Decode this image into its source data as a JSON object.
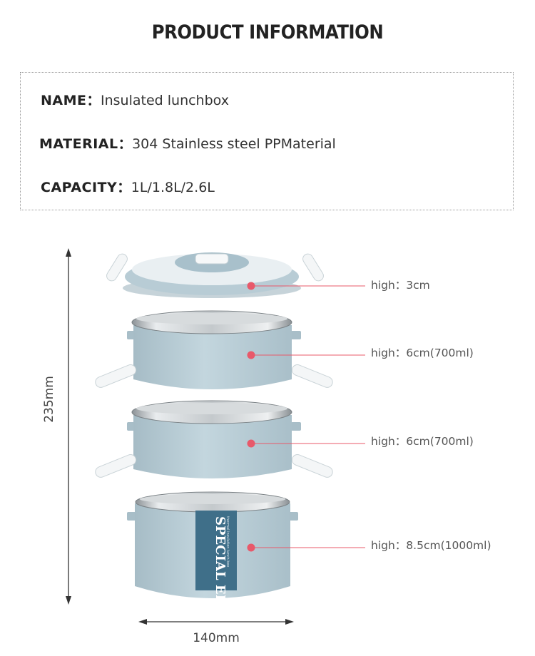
{
  "title": "PRODUCT INFORMATION",
  "info": {
    "name_key": "NAME：",
    "name_val": "Insulated lunchbox",
    "material_key": "MATERIAL：",
    "material_val": "304 Stainless steel  PPMaterial",
    "capacity_key": "CAPACITY：",
    "capacity_val": "1L/1.8L/2.6L"
  },
  "dimensions": {
    "height": "235mm",
    "width": "140mm"
  },
  "layers": [
    {
      "name": "lid",
      "label": "high：3cm"
    },
    {
      "name": "tier-1",
      "label": "high：6cm(700ml)"
    },
    {
      "name": "tier-2",
      "label": "high：6cm(700ml)"
    },
    {
      "name": "base",
      "label": "high：8.5cm(1000ml)"
    }
  ],
  "brand_panel": {
    "text": "SPECIAL ELI",
    "subtext": "thermal insulation lunch box"
  },
  "colors": {
    "body": "#b8cdd6",
    "steel": "#d9dcde",
    "handle": "#f4f6f7",
    "pointer": "#e8596a",
    "panel": "#3f6f89"
  }
}
